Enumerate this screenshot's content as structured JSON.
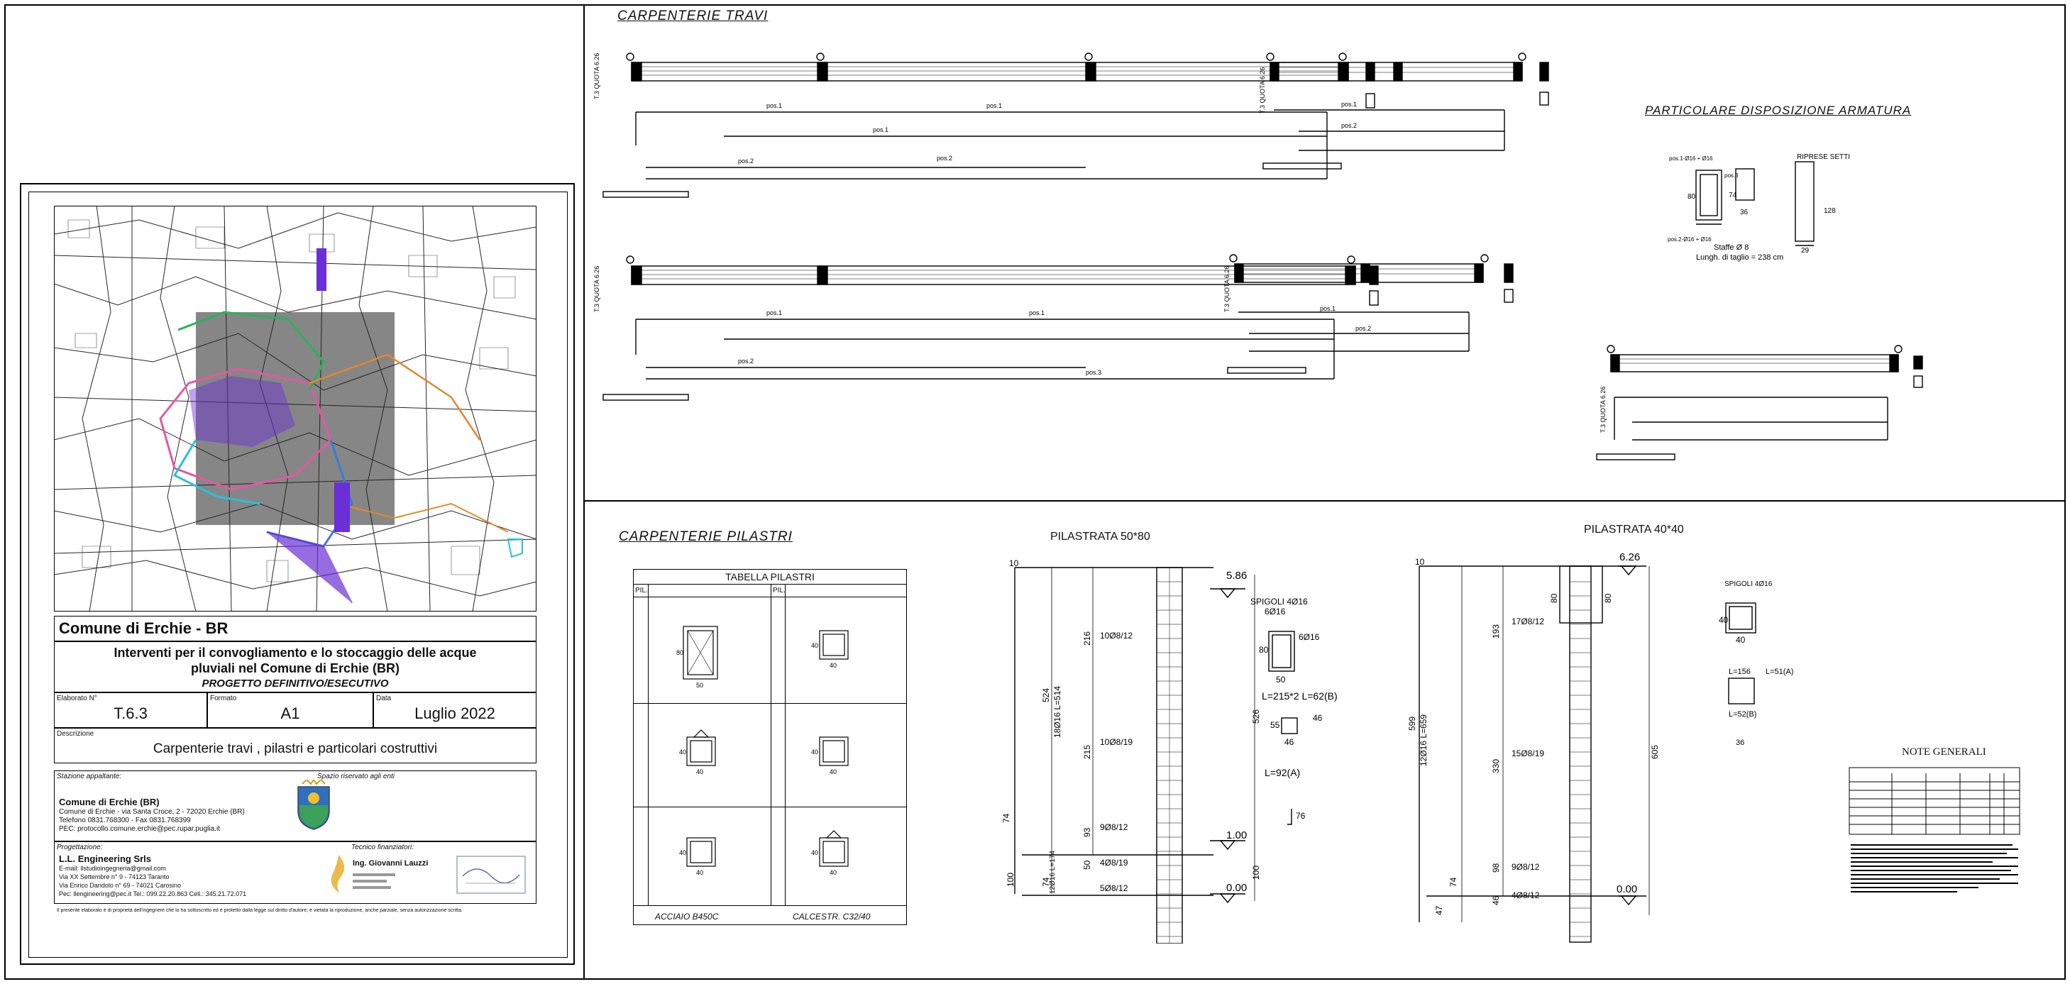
{
  "titleblock": {
    "municipality": "Comune di Erchie - BR",
    "project_title": "Interventi per il convogliamento e lo stoccaggio delle acque pluviali nel Comune di Erchie (BR)",
    "phase": "PROGETTO DEFINITIVO/ESECUTIVO",
    "elaborato_label": "Elaborato N°",
    "elaborato_value": "T.6.3",
    "formato_label": "Formato",
    "formato_value": "A1",
    "data_label": "Data",
    "data_value": "Luglio 2022",
    "descrizione_label": "Descrizione",
    "descrizione_value": "Carpenterie travi , pilastri e particolari costruttivi",
    "stazione_label": "Stazione appaltante:",
    "spazio_label": "Spazio riservato agli enti",
    "client_name": "Comune di Erchie (BR)",
    "client_line1": "Comune di Erchie - via Santa Croce, 2 - 72020 Erchie (BR)",
    "client_line2": "Telefono 0831.768300 - Fax 0831.768399",
    "client_line3": "PEC: protocollo.comune.erchie@pec.rupar.puglia.it",
    "progettazione_label": "Progettazione:",
    "designer_name": "L.L. Engineering Srls",
    "designer_line1": "E-mail: llstudioingegneria@gmail.com",
    "designer_line2": "Via XX Settembre n° 9 - 74123 Taranto",
    "designer_line3": "Via Enrico Dandolo n° 69 - 74021 Carosino",
    "designer_line4": "Pec: llengineering@pec.it  Tel.: 099.22.20.863  Cell.: 345.21.72.071",
    "tecnico_label": "Tecnico finanziatori:",
    "engineer_name": "Ing. Giovanni Lauzzi",
    "disclaimer": "Il presente elaborato è di proprietà dell'ingegnere che lo ha sottoscritto ed è protetto dalla legge sul diritto d'autore; è vietata la riproduzione, anche parziale, senza autorizzazione scritta."
  },
  "sections": {
    "travi_title": "CARPENTERIE TRAVI",
    "particolare_title": "PARTICOLARE DISPOSIZIONE  ARMATURA",
    "pilastri_title": "CARPENTERIE PILASTRI",
    "pilastrata1_title": "PILASTRATA 50*80",
    "pilastrata2_title": "PILASTRATA 40*40",
    "tabella_title": "TABELLA PILASTRI",
    "pil_label": "PIL.",
    "acciaio_label": "ACCIAIO B450C",
    "calcestr_label": "CALCESTR. C32/40",
    "note_title": "NOTE GENERALI"
  },
  "travi_labels": {
    "pos1": "pos.1",
    "pos2": "pos.2",
    "pos3": "pos.3",
    "quota": "T.3 QUOTA 6.26"
  },
  "particolare": {
    "riprese": "RIPRESE SETTI",
    "staffe": "Staffe Ø 8",
    "taglio": "Lungh. di taglio = 238 cm",
    "pos_top": "pos.1-Ø16 + Ø16",
    "pos3": "pos.3",
    "pos_bot": "pos.2-Ø16 + Ø16",
    "dim80": "80",
    "dim74": "74",
    "dim36": "36",
    "dim128": "128",
    "dim29": "29"
  },
  "pilastrata1": {
    "top_level": "5.86",
    "mid_level": "1.00",
    "bottom_level": "0.00",
    "spigoli": "SPIGOLI 4Ø16",
    "lati1": "6Ø16",
    "lati2": "6Ø16",
    "sec_h": "80",
    "sec_w": "50",
    "l_top": "L=215*2  L=62(B)",
    "l_bot": "L=92(A)",
    "dim55": "55",
    "dim46": "46",
    "dim76": "76",
    "st1": "10Ø8/12",
    "st2": "10Ø8/19",
    "st3": "9Ø8/12",
    "st4": "4Ø8/19",
    "st5": "5Ø8/12",
    "long": "18Ø16 L=514",
    "long2": "12Ø16 L=174",
    "h524": "524",
    "h526": "526",
    "h100": "100",
    "h216": "216",
    "h215": "215",
    "h93": "93",
    "h50": "50",
    "h74": "74",
    "h10": "10"
  },
  "pilastrata2": {
    "top_level": "6.26",
    "bottom_level": "0.00",
    "spigoli": "SPIGOLI 4Ø16",
    "sec": "40",
    "l1": "L=51(A)",
    "l2": "L=156",
    "l3": "L=52(B)",
    "dim36": "36",
    "st1": "17Ø8/12",
    "st2": "15Ø8/19",
    "st3": "9Ø8/12",
    "st4": "4Ø8/12",
    "long": "12Ø16 L=659",
    "h599": "599",
    "h605": "605",
    "h80": "80",
    "h193": "193",
    "h330": "330",
    "h98": "98",
    "h46": "46",
    "h10": "10",
    "h74": "74",
    "h47": "47"
  },
  "colors": {
    "line": "#000000",
    "map_pink": "#e05aa0",
    "map_blue": "#3a7bd5",
    "map_purple": "#6a2fd6",
    "map_green": "#29b35a",
    "map_orange": "#e08a2a",
    "map_cyan": "#2ac0d8"
  }
}
